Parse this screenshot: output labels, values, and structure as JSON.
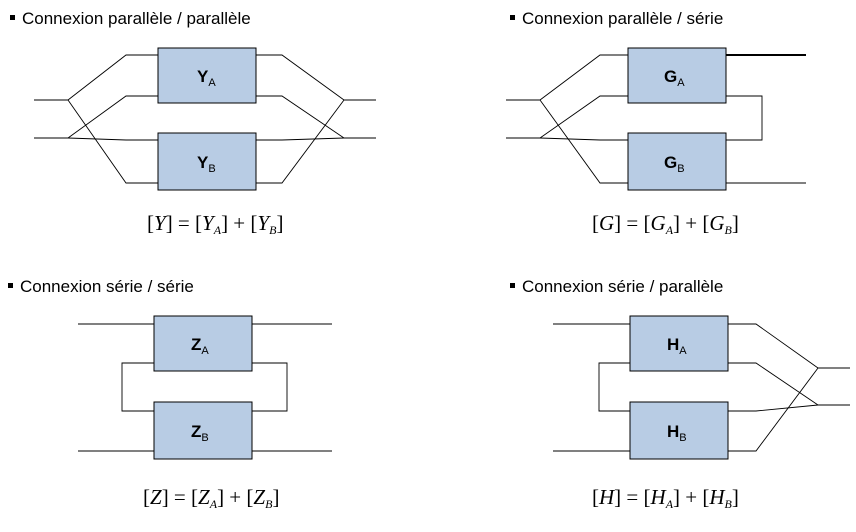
{
  "panels": {
    "pp": {
      "title": "Connexion parallèle / parallèle",
      "block_a": {
        "letter": "Y",
        "sub": "A"
      },
      "block_b": {
        "letter": "Y",
        "sub": "B"
      },
      "equation": {
        "lhs": "Y",
        "a": "Y",
        "a_sub": "A",
        "b": "Y",
        "b_sub": "B"
      }
    },
    "ps": {
      "title": "Connexion parallèle / série",
      "block_a": {
        "letter": "G",
        "sub": "A"
      },
      "block_b": {
        "letter": "G",
        "sub": "B"
      },
      "equation": {
        "lhs": "G",
        "a": "G",
        "a_sub": "A",
        "b": "G",
        "b_sub": "B"
      }
    },
    "ss": {
      "title": "Connexion série / série",
      "block_a": {
        "letter": "Z",
        "sub": "A"
      },
      "block_b": {
        "letter": "Z",
        "sub": "B"
      },
      "equation": {
        "lhs": "Z",
        "a": "Z",
        "a_sub": "A",
        "b": "Z",
        "b_sub": "B"
      }
    },
    "sp": {
      "title": "Connexion série / parallèle",
      "block_a": {
        "letter": "H",
        "sub": "A"
      },
      "block_b": {
        "letter": "H",
        "sub": "B"
      },
      "equation": {
        "lhs": "H",
        "a": "H",
        "a_sub": "A",
        "b": "H",
        "b_sub": "B"
      }
    }
  },
  "colors": {
    "block_fill": "#b8cce4",
    "line": "#000000"
  }
}
